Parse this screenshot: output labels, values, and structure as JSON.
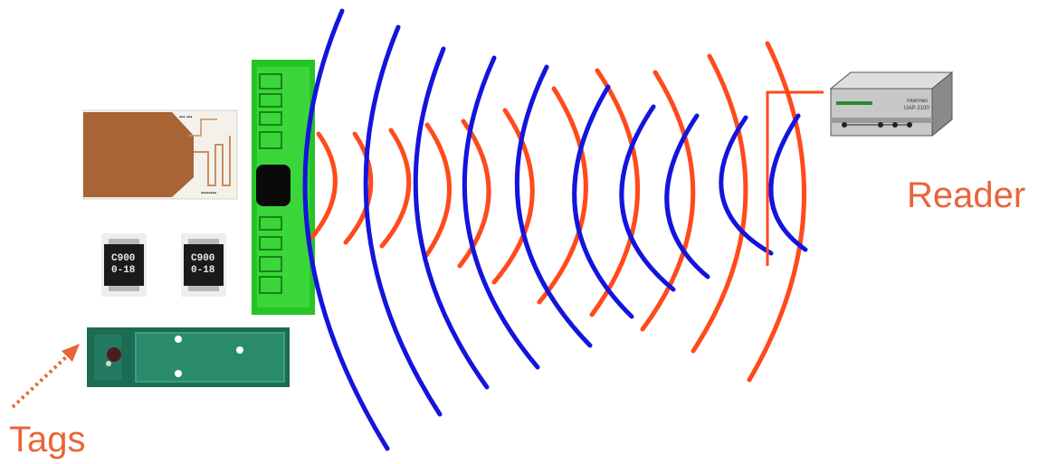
{
  "labels": {
    "reader": "Reader",
    "tags": "Tags"
  },
  "reader_device": {
    "brand": "Intermec",
    "model": "UAP-2100"
  },
  "chips": [
    {
      "line1": "C900",
      "line2": "0-18"
    },
    {
      "line1": "C900",
      "line2": "0-18"
    }
  ],
  "colors": {
    "label": "#e8653a",
    "wave_from_tags": "#ff4a1c",
    "wave_from_reader": "#1414dc",
    "pcb_green": "#27c427",
    "tag_copper": "#a86434",
    "dark_tag": "#1d6b55",
    "reader_body": "#c8c8c8"
  }
}
